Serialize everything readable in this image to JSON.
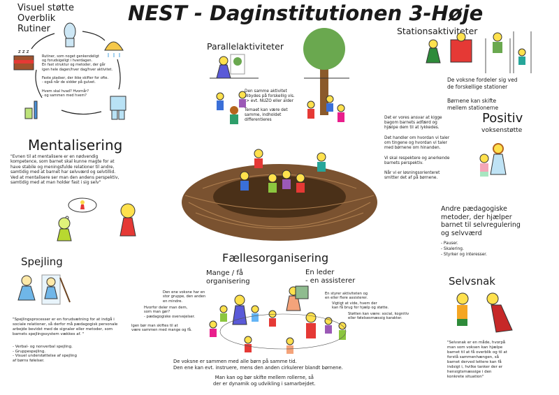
{
  "title": "NEST - Daginstitutionen 3-Høje",
  "visuel": {
    "heading": "Visuel støtte\nOverblik\nRutiner",
    "text": "Rutiner, som noget genkendeligt\nog forudsigeligt i hverdagen.\nEn fast struktur og metoder, der går\nigen hele dagen/hver dag/hver aktivitet.\n\nFaste pladser, der ikke skifter for ofte.\n- også når de sidder på gulvet.\n\nHvem skal hvad? Hvornår?\n- og sammen med hvem?"
  },
  "mentalisering": {
    "heading": "Mentalisering",
    "text": "\"Evnen til at mentalisere er en nødvendig kompetence, som barnet skal kunne magte for at have stabile og meningsfulde relationer til andre, samtidig med at barnet har selvværd og selvtillid. Ved at mentalisere ser man den andens perspektiv, samtidig med at man holder fast i sig selv\""
  },
  "spejling": {
    "heading": "Spejling",
    "text": "\"Spejlingsprocesser er en forudsætning for at indgå i sociale relationer, så derfor må pædagogisk personale arbejde bevidst med de signaler eller metoder, som barnets spejlingssystem vækkes af. \"",
    "list": "- Verbal- og nonverbal spejling.\n- Gruppespejling.\n- Visuel understøttelse af spejling\n   af børns følelser."
  },
  "parallel": {
    "heading": "Parallelaktiviteter",
    "text": "Den samme aktivitet\ntilbydes på forskellig vis.\n-> evt. NUZO eller alder\n\nTemaet kan være det\nsamme, indholdet\ndifferentieres"
  },
  "station": {
    "heading": "Stationsaktiviteter",
    "text": "De voksne fordeler sig ved\nde forskellige stationer\n\nBørnene kan skifte\nmellem stationerne"
  },
  "positiv": {
    "heading": "Positiv",
    "subheading": "voksenstøtte",
    "text": "Det er vores ansvar at kigge\nbagom barnets adfærd og\nhjælpe dem til at lykkedes.\n\nDet handler om hvordan vi taler\nom tingene og hvordan vi taler\nmed børnene om hinanden.\n\nVi skal respektere og anerkende\nbarnets perspektiv.\n\nNår vi er løsningsorienteret\nsmitter det af på børnene."
  },
  "andre": {
    "heading": "Andre pædagogiske\nmetoder, der hjælper\nbarnet til selvregulering\nog selvværd",
    "list": "- Pauser.\n- Skalering.\n- Styrker og interesser."
  },
  "selvsnak": {
    "heading": "Selvsnak",
    "text": "\"Selvsnak er en måde, hvorpå\nman som voksen kan hjælpe\nbarnet til at få overblik og til at\nforstå sammenhængen, så\nbarnet derved lettere kan få\nindsigt i, hvilke tanker der er\nhensigtsmæssige i den\nkonkrete situation\""
  },
  "faelles": {
    "heading": "Fællesorganisering",
    "mange_heading": "Mange / få\norganisering",
    "mange_text": "Den ene voksne har en\nstor gruppe, den anden\nen mindre.",
    "mange_text2": "Hvorfor deler man dem,\nsom man gør?\n- pædagogiske overvejelser.",
    "mange_text3": "Igen bør man skiftes til at\nvære sammen med mange og få.",
    "leder_heading": "En leder\n- en assisterer",
    "leder_text": "En styrer aktiviteten og\nen eller flere assisterer.",
    "leder_text2": "Vigtigt at vide, hvem der\nkan få brug for hjælp og støtte.",
    "leder_text3": "Støtten kan være: social, kognitiv\neller følelsesmæssig karakter.",
    "bottom1": "De voksne er sammen med alle børn på samme tid.\nDen ene kan evt. instruere, mens den anden cirkulerer blandt børnene.",
    "bottom2": "Man kan og bør skifte mellem rollerne, så\nder er dynamik og udvikling i samarbejdet."
  },
  "colors": {
    "nest": "#7a5230",
    "green": "#8cc63f",
    "red": "#e53935",
    "blue": "#64b5f6",
    "yellow": "#ffe14d"
  }
}
